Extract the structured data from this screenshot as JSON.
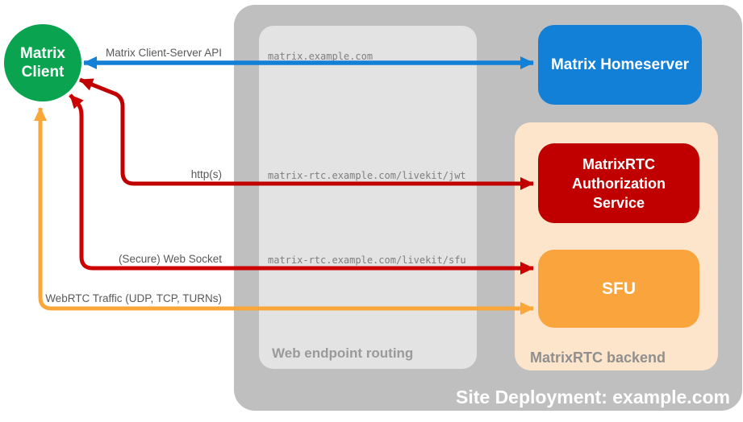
{
  "client": {
    "label": "Matrix Client",
    "label_line1": "Matrix",
    "label_line2": "Client",
    "color": "#0AA451"
  },
  "deployment": {
    "title": "Site Deployment: example.com",
    "bg_color": "#BFBFBF",
    "routing_panel": {
      "label": "Web endpoint routing",
      "bg_color": "#E3E3E3",
      "endpoints": [
        "matrix.example.com",
        "matrix-rtc.example.com/livekit/jwt",
        "matrix-rtc.example.com/livekit/sfu"
      ]
    },
    "homeserver": {
      "label": "Matrix Homeserver",
      "color": "#1380D8"
    },
    "backend": {
      "label": "MatrixRTC backend",
      "bg_color": "#FCE5CA",
      "auth_service": {
        "label": "MatrixRTC Authorization Service",
        "color": "#C00000"
      },
      "sfu": {
        "label": "SFU",
        "color": "#F9A43C"
      }
    }
  },
  "arrows": [
    {
      "name": "matrix-client-server-api",
      "label": "Matrix Client-Server API",
      "color": "#1380D8",
      "bidirectional": true
    },
    {
      "name": "https",
      "label": "http(s)",
      "color": "#C00000",
      "bidirectional": true
    },
    {
      "name": "secure-web-socket",
      "label": "(Secure) Web Socket",
      "color": "#CC0000",
      "bidirectional": true
    },
    {
      "name": "webrtc-traffic",
      "label": "WebRTC Traffic (UDP, TCP, TURNs)",
      "color": "#FAA638",
      "bidirectional": true
    }
  ]
}
